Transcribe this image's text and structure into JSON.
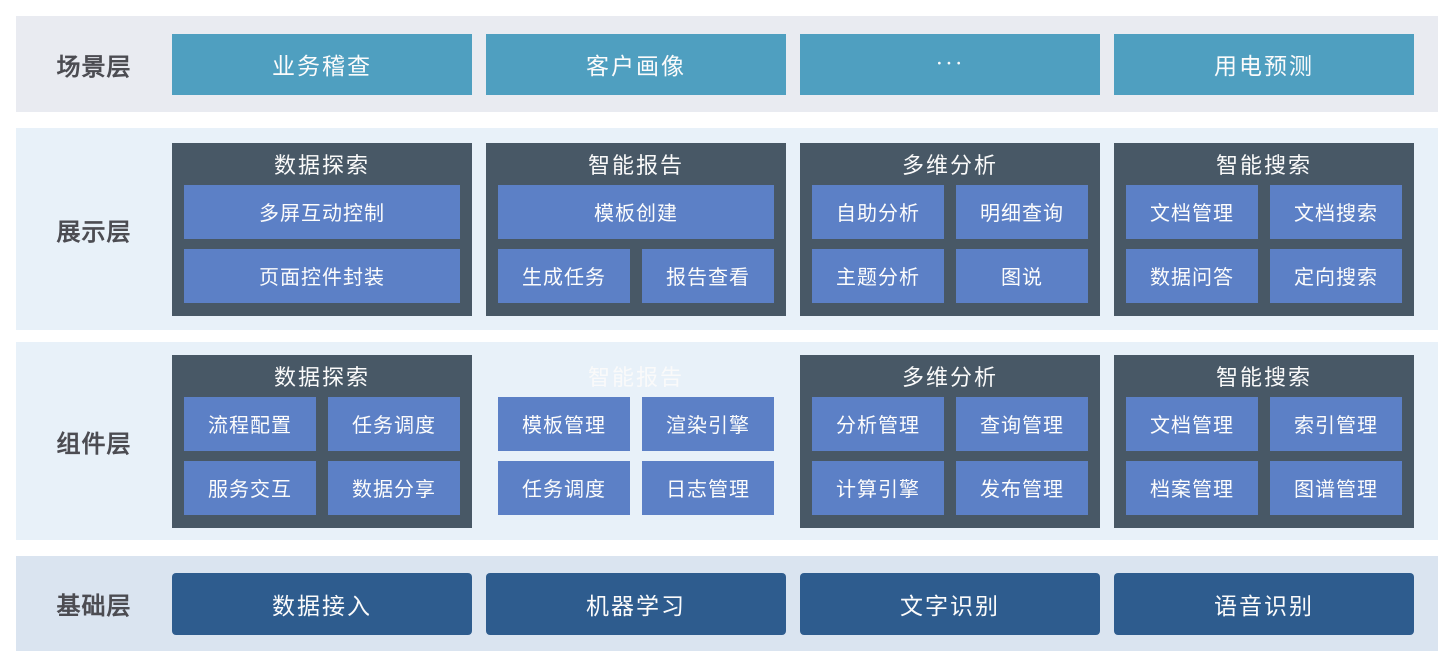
{
  "colors": {
    "teal": "#4f9fc0",
    "slate": "#485866",
    "item_blue": "#5c80c6",
    "navy": "#2e5c8e",
    "band_scene": "#e9ebf1",
    "band_mid": "#e8f1f9",
    "band_base": "#dae4f0"
  },
  "layers": [
    {
      "label": "场景层",
      "type": "pills",
      "pill_style": "teal",
      "items": [
        "业务稽查",
        "客户画像",
        "···",
        "用电预测"
      ]
    },
    {
      "label": "展示层",
      "type": "groups",
      "groups": [
        {
          "title": "数据探索",
          "dark": true,
          "rows": [
            [
              "多屏互动控制"
            ],
            [
              "页面控件封装"
            ]
          ]
        },
        {
          "title": "智能报告",
          "dark": true,
          "rows": [
            [
              "模板创建"
            ],
            [
              "生成任务",
              "报告查看"
            ]
          ]
        },
        {
          "title": "多维分析",
          "dark": true,
          "rows": [
            [
              "自助分析",
              "明细查询"
            ],
            [
              "主题分析",
              "图说"
            ]
          ]
        },
        {
          "title": "智能搜索",
          "dark": true,
          "rows": [
            [
              "文档管理",
              "文档搜索"
            ],
            [
              "数据问答",
              "定向搜索"
            ]
          ]
        }
      ]
    },
    {
      "label": "组件层",
      "type": "groups",
      "groups": [
        {
          "title": "数据探索",
          "dark": true,
          "rows": [
            [
              "流程配置",
              "任务调度"
            ],
            [
              "服务交互",
              "数据分享"
            ]
          ]
        },
        {
          "title": "智能报告",
          "dark": false,
          "rows": [
            [
              "模板管理",
              "渲染引擎"
            ],
            [
              "任务调度",
              "日志管理"
            ]
          ]
        },
        {
          "title": "多维分析",
          "dark": true,
          "rows": [
            [
              "分析管理",
              "查询管理"
            ],
            [
              "计算引擎",
              "发布管理"
            ]
          ]
        },
        {
          "title": "智能搜索",
          "dark": true,
          "rows": [
            [
              "文档管理",
              "索引管理"
            ],
            [
              "档案管理",
              "图谱管理"
            ]
          ]
        }
      ]
    },
    {
      "label": "基础层",
      "type": "pills",
      "pill_style": "navy",
      "items": [
        "数据接入",
        "机器学习",
        "文字识别",
        "语音识别"
      ]
    }
  ]
}
